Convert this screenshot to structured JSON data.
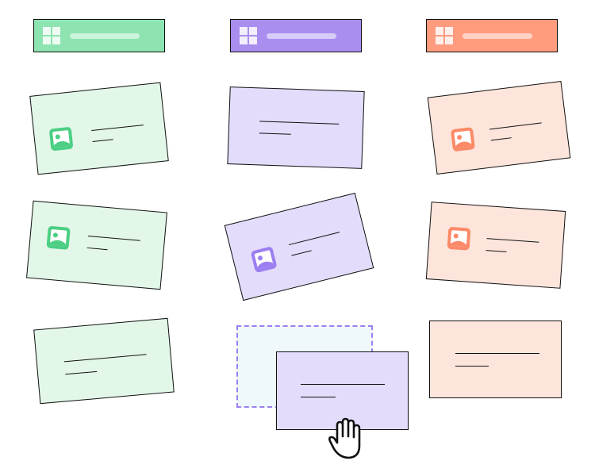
{
  "board": {
    "columns": [
      {
        "id": "green",
        "header_color": "#8ee4b0",
        "card_color": "#e2f7e8",
        "icon_color": "#4ccf84"
      },
      {
        "id": "purple",
        "header_color": "#a98ef0",
        "card_color": "#e3dcfb",
        "icon_color": "#9b7ff0"
      },
      {
        "id": "orange",
        "header_color": "#ff9c7e",
        "card_color": "#fde5dc",
        "icon_color": "#fb8a68"
      }
    ],
    "drop_zone_color": "#9b7ff0",
    "cursor": "grab-hand-icon"
  }
}
